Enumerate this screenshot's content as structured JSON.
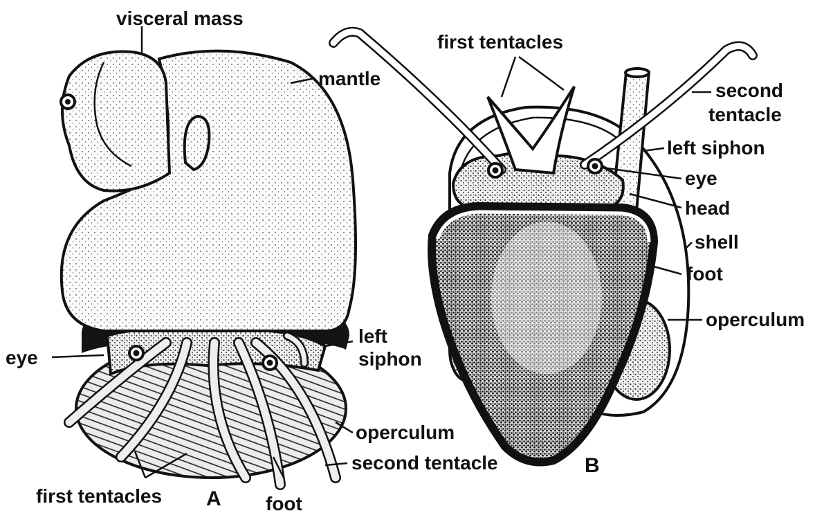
{
  "figure_a": {
    "letter": "A",
    "labels": {
      "visceral_mass": "visceral mass",
      "mantle": "mantle",
      "eye": "eye",
      "left_siphon_1": "left",
      "left_siphon_2": "siphon",
      "operculum": "operculum",
      "second_tentacle": "second tentacle",
      "first_tentacles": "first tentacles",
      "foot": "foot"
    }
  },
  "figure_b": {
    "letter": "B",
    "labels": {
      "first_tentacles": "first tentacles",
      "second_tentacle_1": "second",
      "second_tentacle_2": "tentacle",
      "left_siphon": "left siphon",
      "eye": "eye",
      "head": "head",
      "shell": "shell",
      "foot": "foot",
      "operculum": "operculum"
    }
  }
}
